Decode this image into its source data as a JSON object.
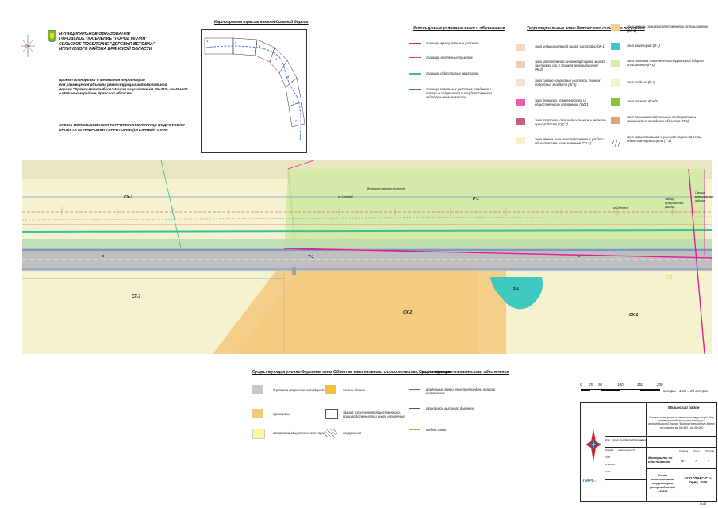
{
  "header": {
    "lines": [
      "МУНИЦИПАЛЬНОЕ ОБРАЗОВАНИЕ",
      "ГОРОДСКОЕ ПОСЕЛЕНИЕ \"ГОРОД МГЛИН\"",
      "СЕЛЬСКОЕ ПОСЕЛЕНИЕ \"ДЕРЕВНЯ ВЕТОВКА\"",
      "МГЛИНСКОГО РАЙОНА БРЯНСКОЙ ОБЛАСТИ"
    ],
    "project": [
      "Проект планировки и межевания территории",
      "для размещения объекта реконструкции автомобильной",
      "дороги \"Брянск-Новозыбков\"-Мглин на участке км 39+483 - км 49+940",
      "в Мглинском районе Брянской области"
    ],
    "scheme": [
      "СХЕМА ИСПОЛЬЗОВАНИЯ ТЕРРИТОРИИ В ПЕРИОД ПОДГОТОВКИ",
      "ПРОЕКТА ПЛАНИРОВКИ ТЕРРИТОРИИ (ОПОРНЫЙ ПЛАН)"
    ]
  },
  "inset": {
    "title": "Картограмма трассы автомобильной дороги",
    "sheets": [
      "1",
      "2",
      "3",
      "4",
      "5",
      "6",
      "7"
    ]
  },
  "legend_symbols": {
    "title": "Используемые условные знаки и обозначения",
    "items": [
      {
        "label": "граница муниципальных районов",
        "color": "#e0208f"
      },
      {
        "label": "граница населенных пунктов",
        "color": "#d93c7a"
      },
      {
        "label": "граница кадастровых кварталов",
        "color": "#3cbf9a"
      },
      {
        "label": "граница земельных участков, сведения о которых содержатся в государственном кадастре недвижимости",
        "color": "#3a6fd0"
      }
    ]
  },
  "legend_zones": {
    "title": "Территориальные зоны Ветовского сельского поселения",
    "left": [
      {
        "label": "зона индивидуальной жилой застройки (Ж-1)",
        "color": "#f6d7c2"
      },
      {
        "label": "зона малоэтажной многоквартирной жилой застройки (до 3 этажей включительно) (Ж-2)",
        "color": "#f4cbb4"
      },
      {
        "label": "зона садово-огородных участков, личных подсобных хозяйств (Ж-3)",
        "color": "#f6e0d2"
      },
      {
        "label": "зона делового, коммерческого и общественного назначения (ОД-1)",
        "color": "#e85fb1"
      },
      {
        "label": "зона торговли, открытых рынков и мелкого производства (ОД-2)",
        "color": "#c86077"
      },
      {
        "label": "зона земель сельскохозяйственных угодий и объектов сельхозназначения (СХ-1)",
        "color": "#f6f3c8"
      }
    ],
    "right": [
      {
        "label": "зона земель сельскохозяйственного использования (СХ-2)",
        "color": "#f6cf8f"
      },
      {
        "label": "зона акваторий (В-1)",
        "color": "#3ec8c0"
      },
      {
        "label": "зона сельских озелененных территорий общего пользования (Р-1)",
        "color": "#d9efa9"
      },
      {
        "label": "зона отдыха (Р-2)",
        "color": "#ecf6d2"
      },
      {
        "label": "зона лесного фонда",
        "color": "#8ac43f"
      },
      {
        "label": "зона сельскохозяйственных предприятий и коммунально-складских объектов (П-1)",
        "color": "#d8a679"
      },
      {
        "label": "зона магистральной и уличной-дорожной сети, объектов транспорта (Т-1)",
        "color": "#ffffff"
      }
    ]
  },
  "map": {
    "zone_labels": [
      "СХ-1",
      "Р-1",
      "СХ-1",
      "СХ-2",
      "В-1",
      "СХ-1",
      "Т-1"
    ],
    "settlement_note": "Ветовское сельское поселение",
    "district_note": "Граница муниципальных районов",
    "right_note": "Граница муниципальных районов",
    "small_notes": [
      "кп Слеповод",
      "кп Слеповод"
    ]
  },
  "bottom_legend": {
    "roads_title": "Существующая улично-дорожная сеть",
    "roads": [
      {
        "label": "дорожное покрытие автодороги",
        "color": "#c8c8c8"
      },
      {
        "label": "тротуары",
        "color": "#f6c87a"
      },
      {
        "label": "остановка общественного транспорта",
        "color": "#fbf6a0"
      }
    ],
    "objects_title": "Объекты капитального строительства, существующие",
    "objects": [
      {
        "label": "жилые здания",
        "color": "#f4be3e"
      },
      {
        "label": "здания, сооружения общественного, производственного и иного назначения",
        "color": "#ffffff"
      },
      {
        "label": "сооружения",
        "color": ""
      }
    ],
    "networks_title": "Сети инженерно-технического обеспечения",
    "networks": [
      {
        "label": "воздушные линии электропередачи низкого напряжения"
      },
      {
        "label": "газопровод высокого давления"
      },
      {
        "label": "кабель связи"
      }
    ]
  },
  "scalebar": {
    "ticks": [
      "0",
      "25",
      "50",
      "100",
      "150",
      "200"
    ],
    "unit": "Метры",
    "scale": "1 см = 20 метров"
  },
  "stamp": {
    "district": "Мглинский район",
    "project_text": "Проект планировки и межевания территории для размещения объекта реконструкции автомобильной дороги \"Брянск-Новозыбков\"-Мглин на участке км 39+483 - км 49+940",
    "col_headers": [
      "Изм.",
      "Кол.уч",
      "Лист",
      "№ док.",
      "Подпись",
      "Дата"
    ],
    "roles": [
      "Разраб.",
      "ГИП",
      "Н.контр.",
      "Утв."
    ],
    "names": [
      "Апелыхина Е.С."
    ],
    "section_title": "Материалы по обоснованию",
    "stage_headers": [
      "Стадия",
      "Лист",
      "Листов"
    ],
    "stage_values": [
      "ПП",
      "7",
      "7"
    ],
    "sheet_title": "Схема использования территории (опорный план) 1:2 000",
    "company": "ООО \"ПАРС-Т\" г. Орёл, 2016",
    "logo_text": "ПАРС-Т",
    "footer": "ф.А3"
  }
}
